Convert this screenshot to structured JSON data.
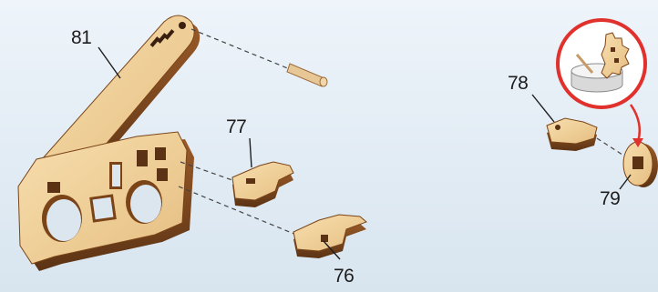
{
  "callouts": {
    "part_81": "81",
    "part_77": "77",
    "part_76": "76",
    "part_78": "78",
    "part_79": "79"
  },
  "colors": {
    "background_top": "#eef4fa",
    "background_bottom": "#d8e5ef",
    "wood_face": "#f0d3a2",
    "wood_edge": "#8a4f22",
    "wood_dark": "#5b3314",
    "highlight_circle": "#e0312c",
    "arrow": "#e0312c"
  },
  "icons": [
    "glue-pot-icon",
    "arrow-down-icon"
  ]
}
